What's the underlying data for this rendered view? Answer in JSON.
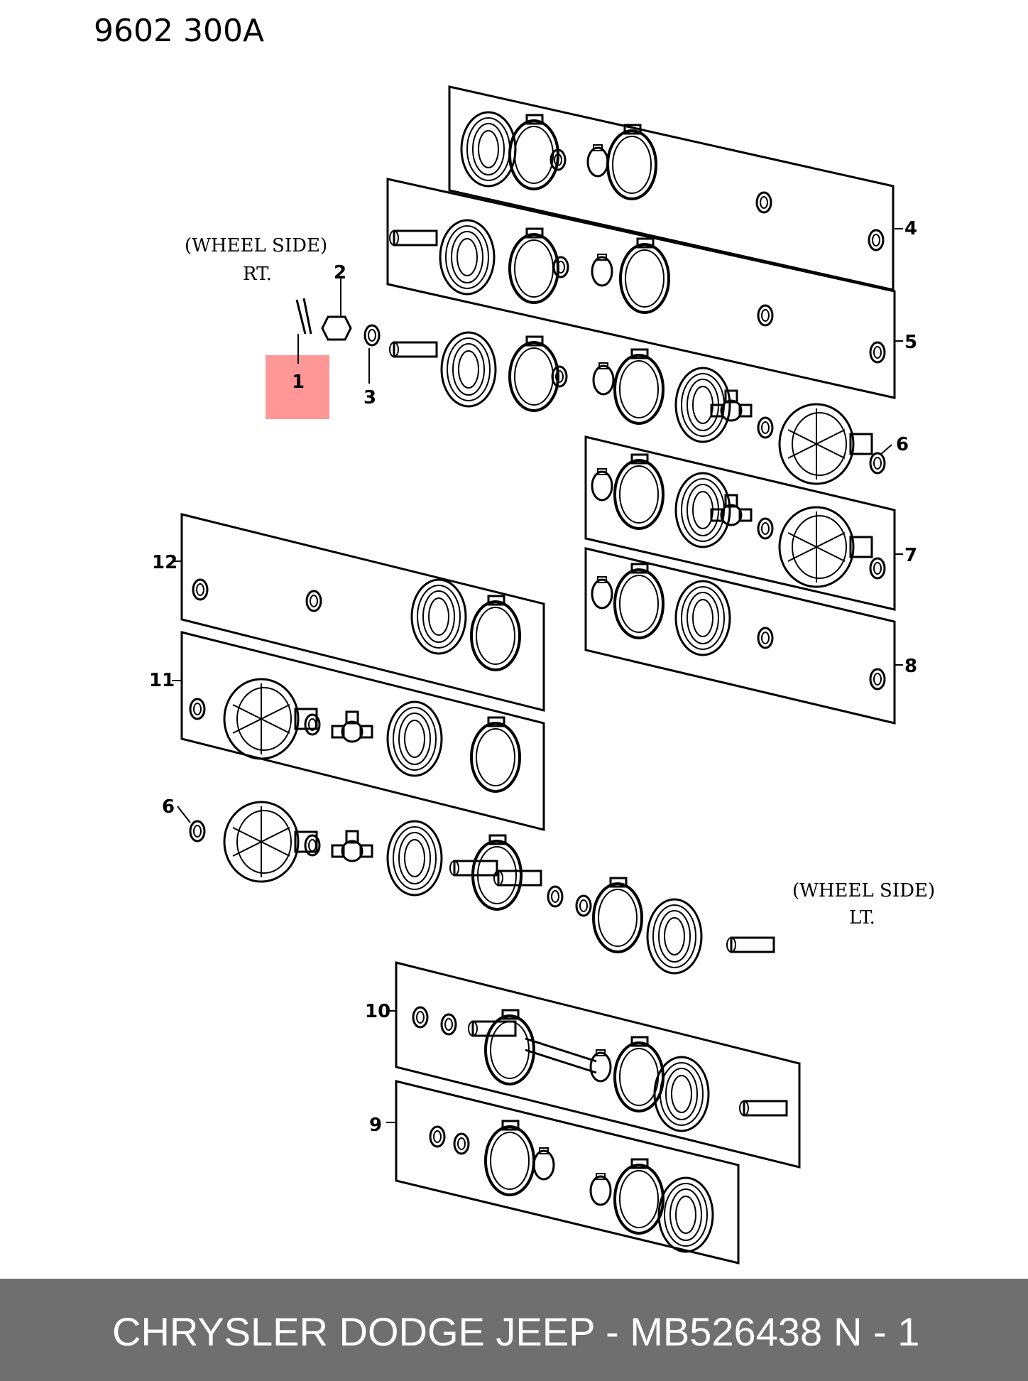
{
  "header": {
    "code": "9602  300A"
  },
  "labels": {
    "wheel_side": "(WHEEL SIDE)",
    "rt": "RT.",
    "lt": "LT."
  },
  "callouts": [
    "1",
    "2",
    "3",
    "4",
    "5",
    "6",
    "7",
    "8",
    "9",
    "10",
    "11",
    "12"
  ],
  "highlight": {
    "color": "#ff8c8c",
    "callout": "1"
  },
  "footer": {
    "part": "CHRYSLER DODGE JEEP - MB526438",
    "page": "N - 1"
  }
}
